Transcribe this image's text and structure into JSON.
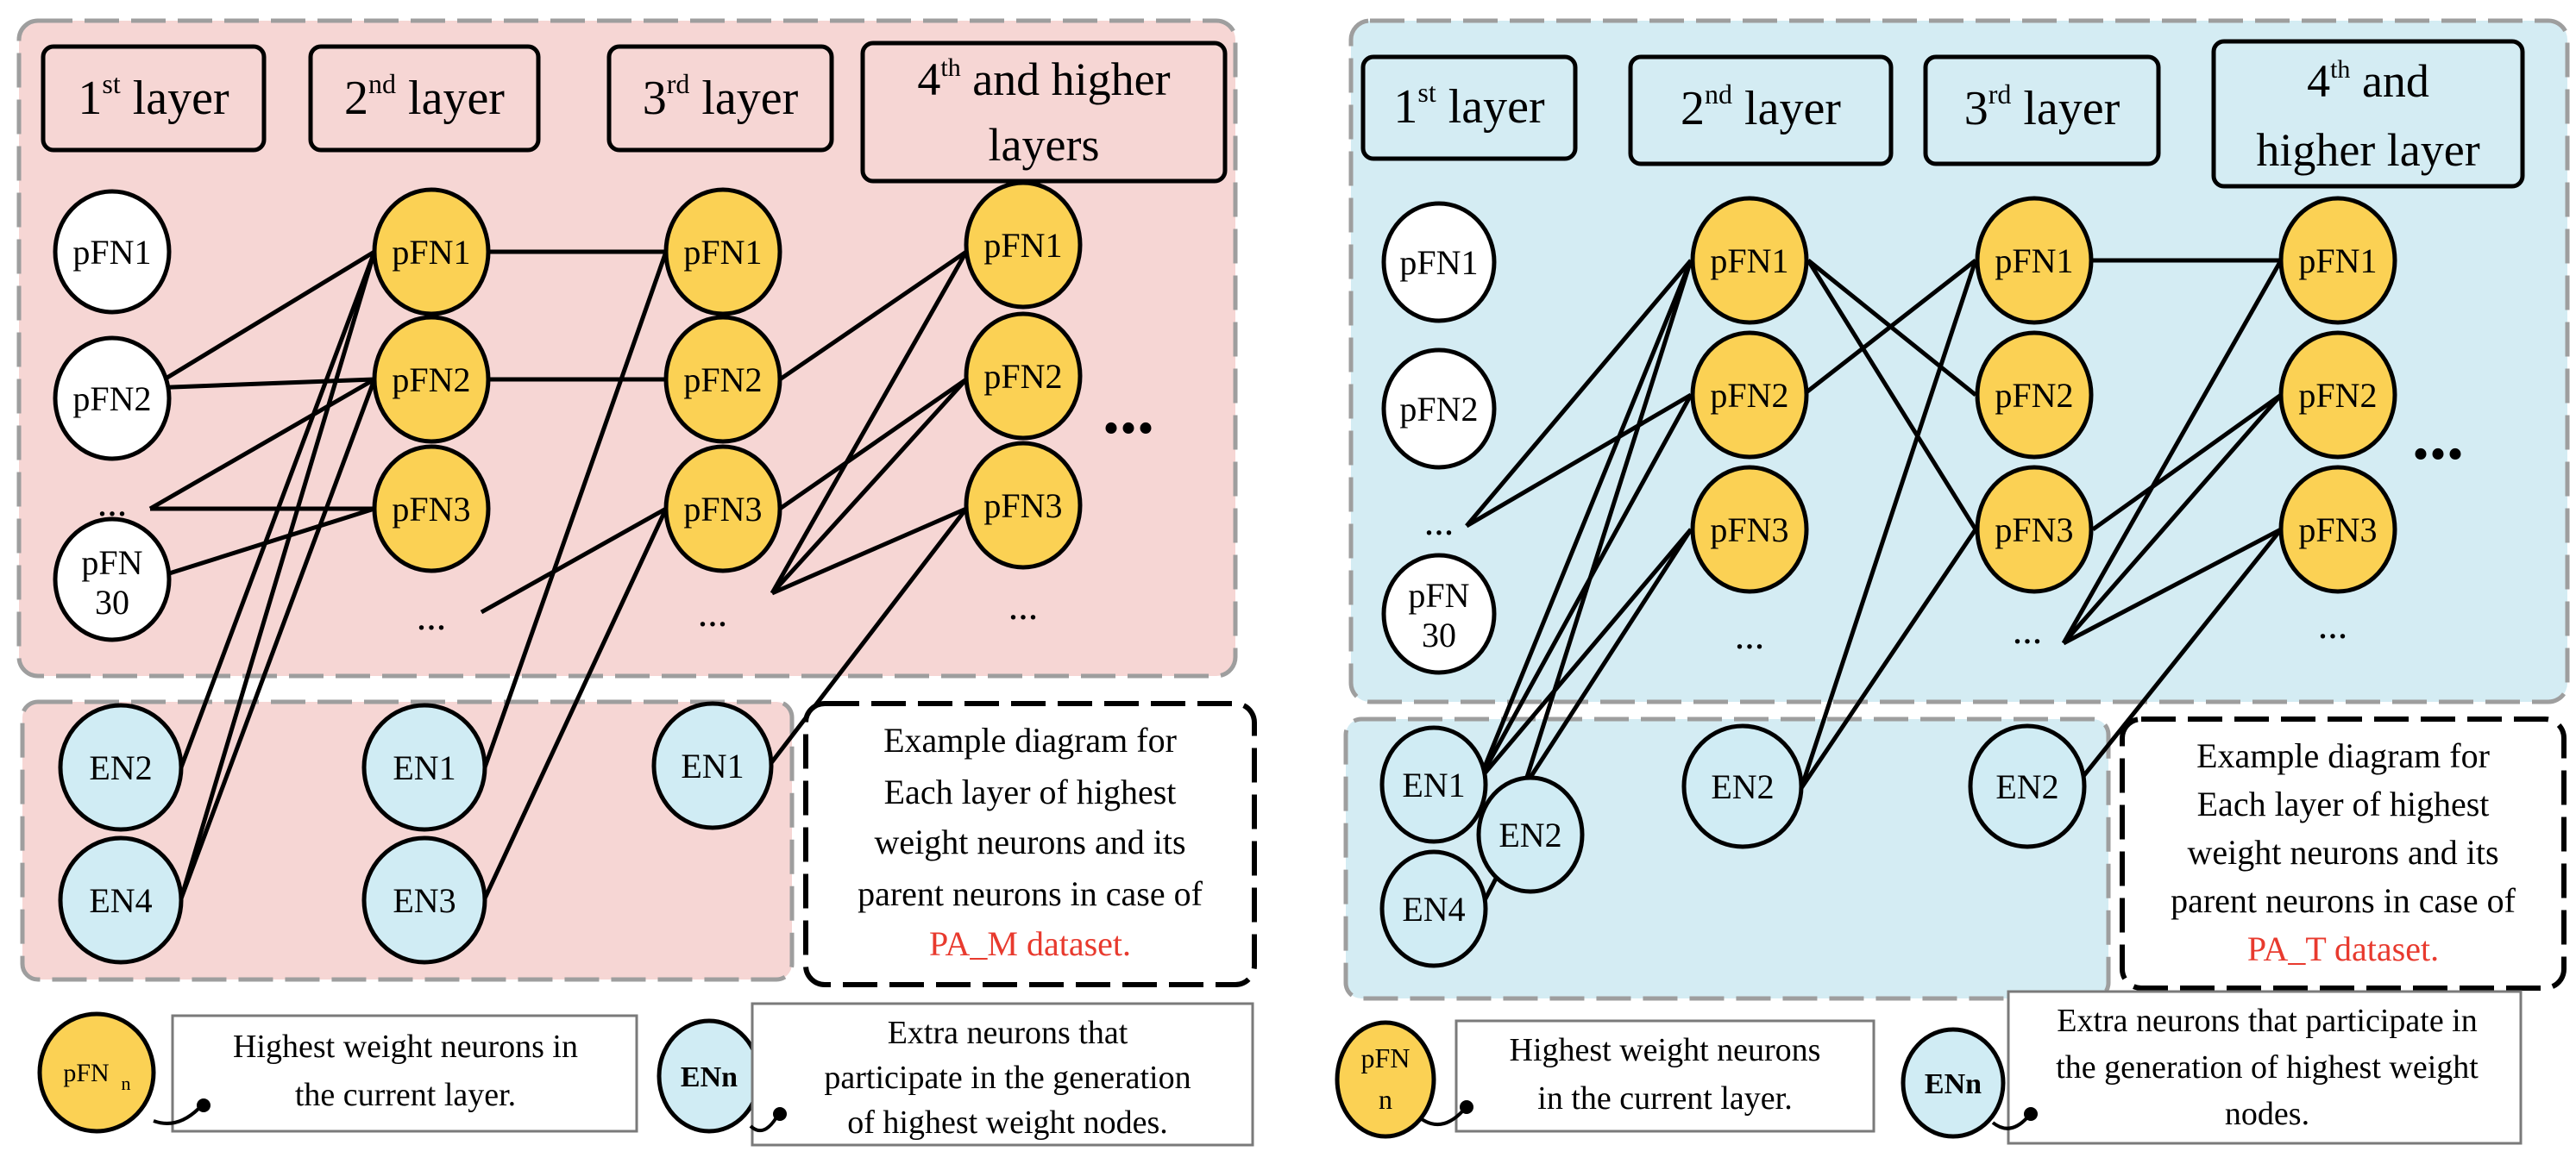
{
  "colors": {
    "pink_panel": "#F6D6D4",
    "blue_panel": "#D4ECF3",
    "yellow_node": "#FBD154",
    "blue_node": "#D0ECF4",
    "white_node": "#FFFFFF",
    "dataset_red": "#E83A2E",
    "dash_gray": "#9E9E9E"
  },
  "left_panel": {
    "headers": [
      {
        "main": "1",
        "sup": "st",
        "rest": " layer"
      },
      {
        "main": "2",
        "sup": "nd",
        "rest": " layer"
      },
      {
        "main": "3",
        "sup": "rd",
        "rest": " layer"
      },
      {
        "main": "4",
        "sup": "th",
        "rest": " and higher",
        "line2": "layers"
      }
    ],
    "first_layer_nodes": [
      "pFN1",
      "pFN2",
      "...",
      "pFN",
      "30"
    ],
    "layer2_nodes": [
      "pFN1",
      "pFN2",
      "pFN3",
      "..."
    ],
    "layer3_nodes": [
      "pFN1",
      "pFN2",
      "pFN3",
      "..."
    ],
    "layer4_nodes": [
      "pFN1",
      "pFN2",
      "pFN3",
      "..."
    ],
    "layer4_more": "...",
    "extra_nodes": [
      "EN2",
      "EN4",
      "EN1",
      "EN3",
      "EN1"
    ],
    "caption": {
      "line1": "Example diagram for",
      "line2": "Each layer of highest",
      "line3": "weight neurons and its",
      "line4": "parent neurons in case of",
      "dataset": "PA_M dataset."
    },
    "legend": {
      "yellow_symbol_main": "pFN",
      "yellow_symbol_sub": "n",
      "yellow_text_1": "Highest weight neurons in",
      "yellow_text_2": "the current layer.",
      "blue_symbol": "ENn",
      "blue_text_1": "Extra neurons that",
      "blue_text_2": "participate in the generation",
      "blue_text_3": "of highest weight nodes."
    }
  },
  "right_panel": {
    "headers": [
      {
        "main": "1",
        "sup": "st",
        "rest": " layer"
      },
      {
        "main": "2",
        "sup": "nd",
        "rest": " layer"
      },
      {
        "main": "3",
        "sup": "rd",
        "rest": " layer"
      },
      {
        "main": "4",
        "sup": "th",
        "rest": " and",
        "line2": "higher layer"
      }
    ],
    "first_layer_nodes": [
      "pFN1",
      "pFN2",
      "...",
      "pFN",
      "30"
    ],
    "layer2_nodes": [
      "pFN1",
      "pFN2",
      "pFN3",
      "..."
    ],
    "layer3_nodes": [
      "pFN1",
      "pFN2",
      "pFN3",
      "..."
    ],
    "layer4_nodes": [
      "pFN1",
      "pFN2",
      "pFN3",
      "..."
    ],
    "layer4_more": "...",
    "extra_nodes": [
      "EN1",
      "EN2",
      "EN4",
      "EN2",
      "EN2"
    ],
    "caption": {
      "line1": "Example diagram for",
      "line2": "Each layer of highest",
      "line3": "weight neurons and its",
      "line4": "parent neurons in case of",
      "dataset": "PA_T dataset."
    },
    "legend": {
      "yellow_symbol_line1": "pFN",
      "yellow_symbol_line2": "n",
      "yellow_text_1": "Highest weight neurons",
      "yellow_text_2": "in the current layer.",
      "blue_symbol": "ENn",
      "blue_text_1": "Extra neurons that participate in",
      "blue_text_2": "the generation of highest weight",
      "blue_text_3": "nodes."
    }
  }
}
